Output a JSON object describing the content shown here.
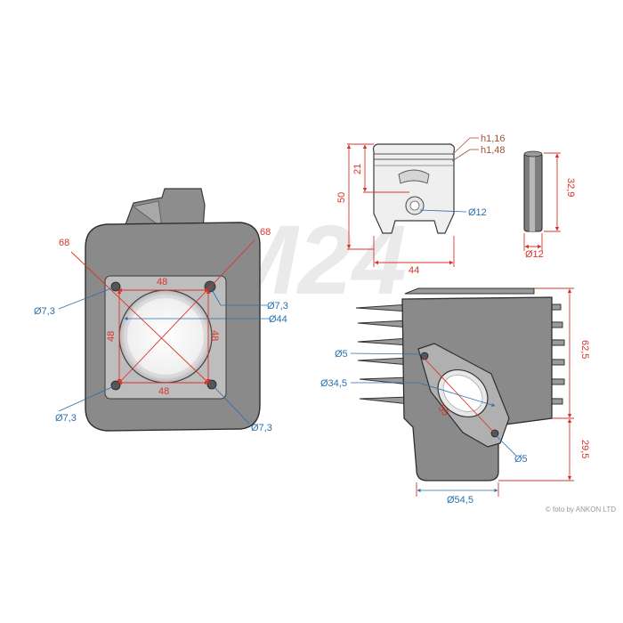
{
  "watermark": "M24",
  "copyright": "© foto by ANKON LTD",
  "colors": {
    "dimension_red": "#d9342b",
    "dimension_blue": "#2a6fb0",
    "dimension_brown": "#a0522d"
  },
  "labels": {
    "diag_top_left": "68",
    "diag_top_right": "68",
    "bolt_span_top": "48",
    "bolt_span_bottom": "48",
    "bolt_span_left": "48",
    "bolt_span_right": "48",
    "stud_hole_top_left": "Ø7,3",
    "stud_hole_top_right": "Ø7,3",
    "stud_hole_bottom_left": "Ø7,3",
    "stud_hole_bottom_right": "Ø7,3",
    "bore": "Ø44",
    "ring_top": "h1,16",
    "ring_bottom": "h1,48",
    "piston_pin_height": "21",
    "piston_height": "50",
    "piston_diameter": "44",
    "pin_bore": "Ø12",
    "pin_length": "32,9",
    "pin_diameter": "Ø12",
    "cyl_height_upper": "62,5",
    "cyl_height_lower": "29,5",
    "port_hole_top": "Ø5",
    "port_hole_bottom": "Ø5",
    "exhaust_port": "Ø34,5",
    "flange_diagonal": "55",
    "base_diameter": "Ø54,5"
  }
}
